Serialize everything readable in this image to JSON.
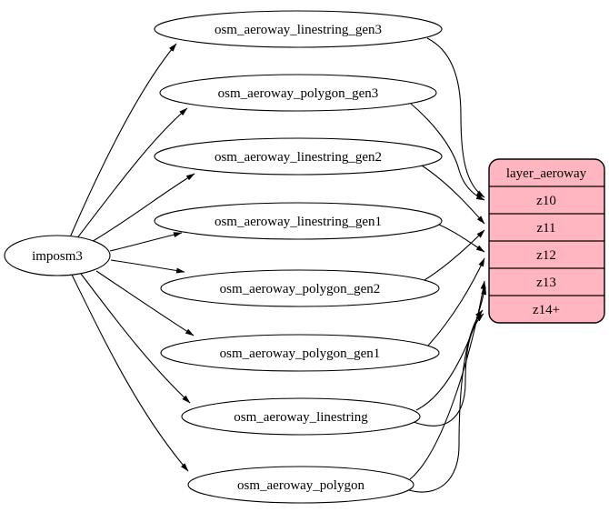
{
  "diagram": {
    "source": {
      "label": "imposm3"
    },
    "tables": [
      {
        "label": "osm_aeroway_linestring_gen3"
      },
      {
        "label": "osm_aeroway_polygon_gen3"
      },
      {
        "label": "osm_aeroway_linestring_gen2"
      },
      {
        "label": "osm_aeroway_linestring_gen1"
      },
      {
        "label": "osm_aeroway_polygon_gen2"
      },
      {
        "label": "osm_aeroway_polygon_gen1"
      },
      {
        "label": "osm_aeroway_linestring"
      },
      {
        "label": "osm_aeroway_polygon"
      }
    ],
    "layer": {
      "title": "layer_aeroway",
      "rows": [
        "z10",
        "z11",
        "z12",
        "z13",
        "z14+"
      ]
    },
    "edges": [
      {
        "from": "imposm3",
        "to": "osm_aeroway_linestring_gen3"
      },
      {
        "from": "imposm3",
        "to": "osm_aeroway_polygon_gen3"
      },
      {
        "from": "imposm3",
        "to": "osm_aeroway_linestring_gen2"
      },
      {
        "from": "imposm3",
        "to": "osm_aeroway_linestring_gen1"
      },
      {
        "from": "imposm3",
        "to": "osm_aeroway_polygon_gen2"
      },
      {
        "from": "imposm3",
        "to": "osm_aeroway_polygon_gen1"
      },
      {
        "from": "imposm3",
        "to": "osm_aeroway_linestring"
      },
      {
        "from": "imposm3",
        "to": "osm_aeroway_polygon"
      },
      {
        "from": "osm_aeroway_linestring_gen3",
        "to": "layer_aeroway:z10"
      },
      {
        "from": "osm_aeroway_polygon_gen3",
        "to": "layer_aeroway:z10"
      },
      {
        "from": "osm_aeroway_linestring_gen2",
        "to": "layer_aeroway:z11"
      },
      {
        "from": "osm_aeroway_polygon_gen2",
        "to": "layer_aeroway:z11"
      },
      {
        "from": "osm_aeroway_linestring_gen1",
        "to": "layer_aeroway:z12"
      },
      {
        "from": "osm_aeroway_polygon_gen1",
        "to": "layer_aeroway:z12"
      },
      {
        "from": "osm_aeroway_linestring",
        "to": "layer_aeroway:z13"
      },
      {
        "from": "osm_aeroway_polygon",
        "to": "layer_aeroway:z13"
      },
      {
        "from": "osm_aeroway_linestring",
        "to": "layer_aeroway:z14+"
      },
      {
        "from": "osm_aeroway_polygon",
        "to": "layer_aeroway:z14+"
      }
    ],
    "colors": {
      "layer_fill": "#ffb6c1",
      "node_fill": "#ffffff",
      "edge": "#000000"
    }
  }
}
